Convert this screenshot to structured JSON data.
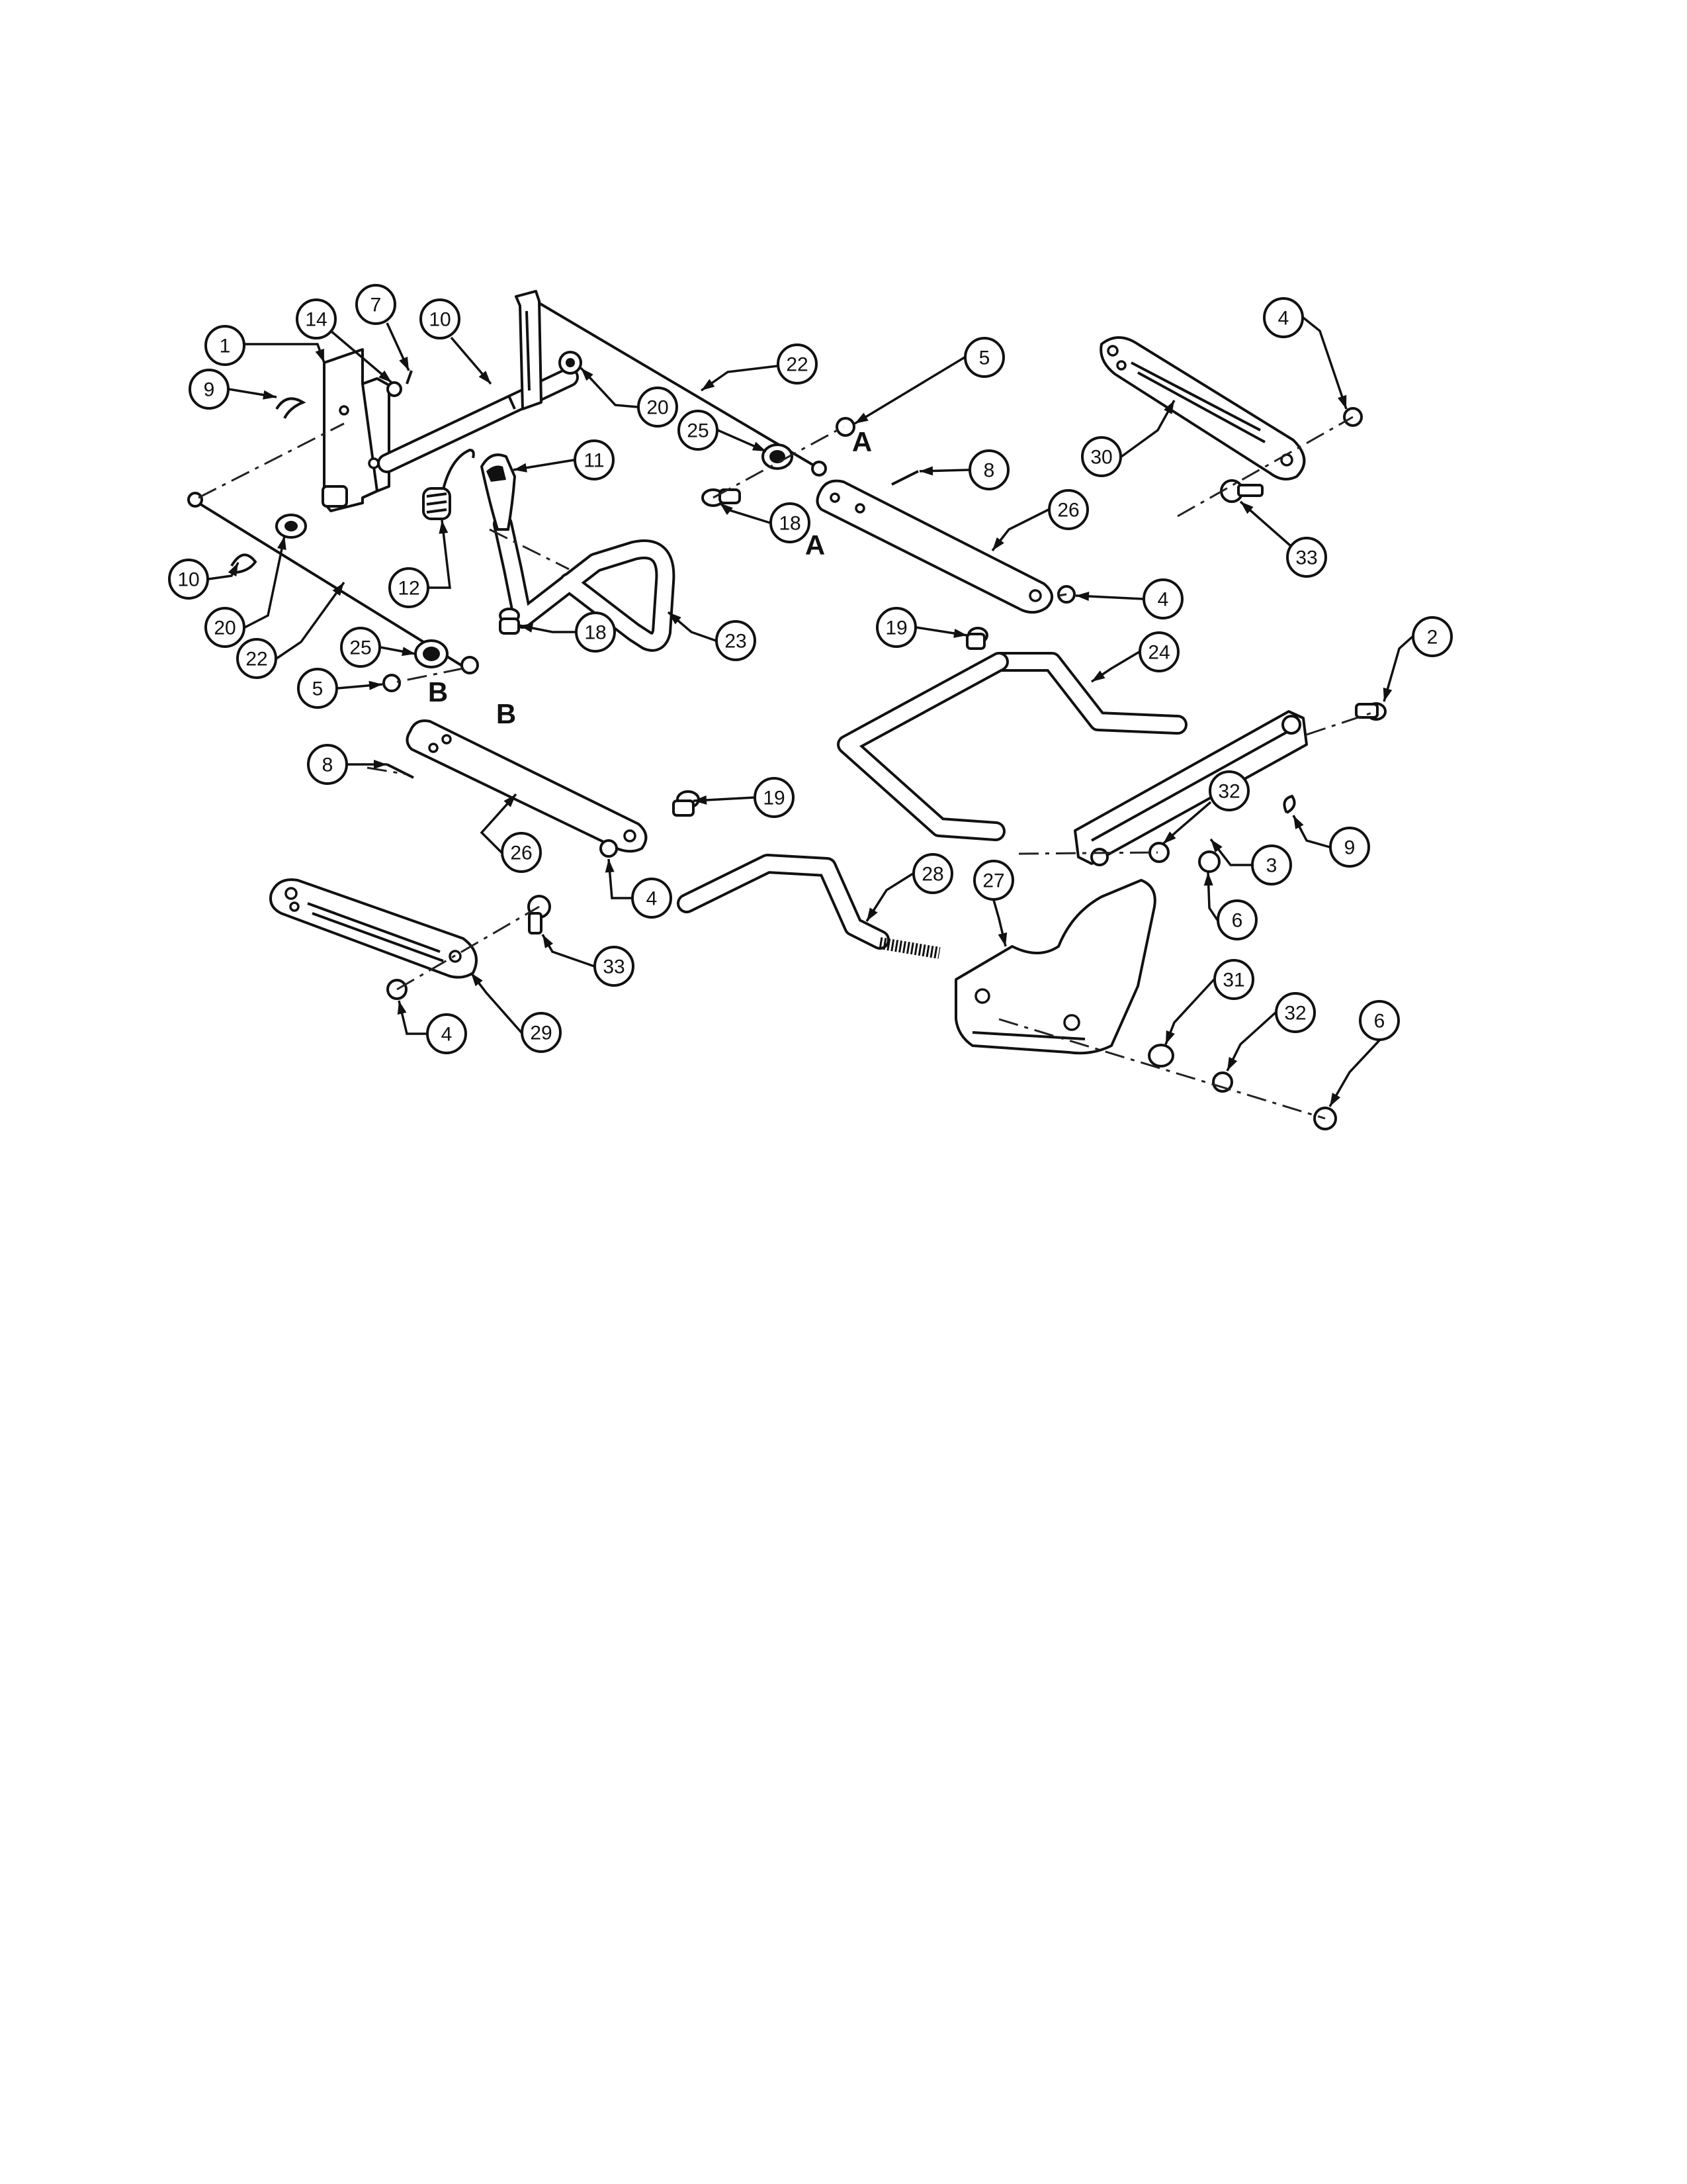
{
  "diagram": {
    "callouts": [
      {
        "id": "c1",
        "label": "1"
      },
      {
        "id": "c14",
        "label": "14"
      },
      {
        "id": "c7",
        "label": "7"
      },
      {
        "id": "c10a",
        "label": "10"
      },
      {
        "id": "c9a",
        "label": "9"
      },
      {
        "id": "c22a",
        "label": "22"
      },
      {
        "id": "c5a",
        "label": "5"
      },
      {
        "id": "c20a",
        "label": "20"
      },
      {
        "id": "c25a",
        "label": "25"
      },
      {
        "id": "c11",
        "label": "11"
      },
      {
        "id": "c8a",
        "label": "8"
      },
      {
        "id": "c18a",
        "label": "18"
      },
      {
        "id": "c26a",
        "label": "26"
      },
      {
        "id": "c4a",
        "label": "4"
      },
      {
        "id": "c30",
        "label": "30"
      },
      {
        "id": "c33a",
        "label": "33"
      },
      {
        "id": "c4b",
        "label": "4"
      },
      {
        "id": "c12",
        "label": "12"
      },
      {
        "id": "c10b",
        "label": "10"
      },
      {
        "id": "c20b",
        "label": "20"
      },
      {
        "id": "c22b",
        "label": "22"
      },
      {
        "id": "c18b",
        "label": "18"
      },
      {
        "id": "c23",
        "label": "23"
      },
      {
        "id": "c19a",
        "label": "19"
      },
      {
        "id": "c25b",
        "label": "25"
      },
      {
        "id": "c5b",
        "label": "5"
      },
      {
        "id": "c24",
        "label": "24"
      },
      {
        "id": "c2",
        "label": "2"
      },
      {
        "id": "c8b",
        "label": "8"
      },
      {
        "id": "c19b",
        "label": "19"
      },
      {
        "id": "c26b",
        "label": "26"
      },
      {
        "id": "c4c",
        "label": "4"
      },
      {
        "id": "c28",
        "label": "28"
      },
      {
        "id": "c27",
        "label": "27"
      },
      {
        "id": "c32a",
        "label": "32"
      },
      {
        "id": "c3",
        "label": "3"
      },
      {
        "id": "c9b",
        "label": "9"
      },
      {
        "id": "c6a",
        "label": "6"
      },
      {
        "id": "c33b",
        "label": "33"
      },
      {
        "id": "c29",
        "label": "29"
      },
      {
        "id": "c4d",
        "label": "4"
      },
      {
        "id": "c31",
        "label": "31"
      },
      {
        "id": "c32b",
        "label": "32"
      },
      {
        "id": "c6b",
        "label": "6"
      }
    ],
    "reference_letters": [
      {
        "id": "A1",
        "label": "A"
      },
      {
        "id": "A2",
        "label": "A"
      },
      {
        "id": "B1",
        "label": "B"
      },
      {
        "id": "B2",
        "label": "B"
      }
    ]
  }
}
